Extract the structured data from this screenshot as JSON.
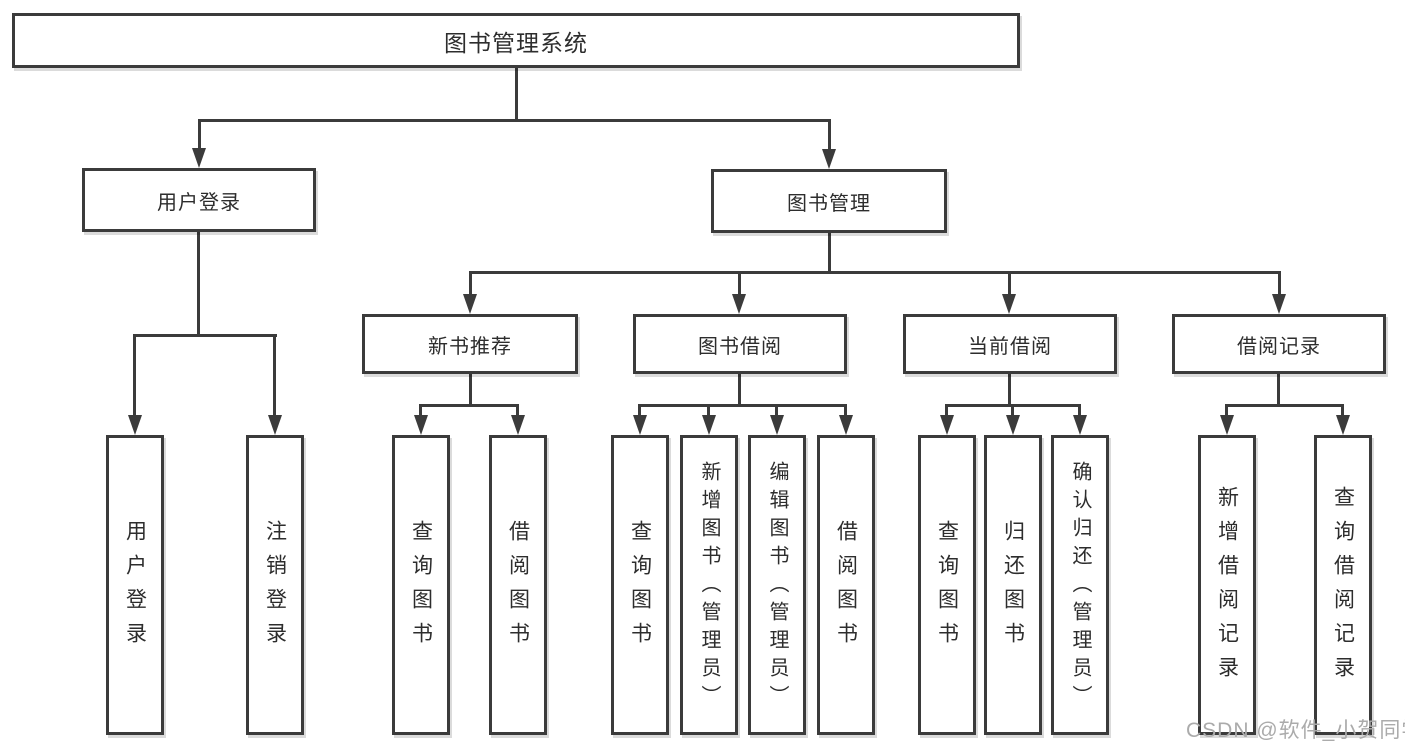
{
  "colors": {
    "line": "#3b3b3b",
    "box_border": "#3b3b3b",
    "box_fill": "#ffffff",
    "text": "#2d2d2d",
    "background": "#ffffff",
    "watermark": "#ababab"
  },
  "diagram": {
    "type": "hierarchy-tree",
    "root": {
      "label": "图书管理系统"
    },
    "level2": [
      {
        "id": "user-login",
        "label": "用户登录",
        "parent": "root"
      },
      {
        "id": "book-management",
        "label": "图书管理",
        "parent": "root"
      }
    ],
    "level3": [
      {
        "id": "new-book-recommendation",
        "label": "新书推荐",
        "parent": "book-management"
      },
      {
        "id": "book-borrowing",
        "label": "图书借阅",
        "parent": "book-management"
      },
      {
        "id": "current-borrowing",
        "label": "当前借阅",
        "parent": "book-management"
      },
      {
        "id": "borrowing-records",
        "label": "借阅记录",
        "parent": "book-management"
      }
    ],
    "leaves": [
      {
        "label": "用户登录",
        "parent": "user-login"
      },
      {
        "label": "注销登录",
        "parent": "user-login"
      },
      {
        "label": "查询图书",
        "parent": "new-book-recommendation"
      },
      {
        "label": "借阅图书",
        "parent": "new-book-recommendation"
      },
      {
        "label": "查询图书",
        "parent": "book-borrowing"
      },
      {
        "label": "新增图书（管理员）",
        "parent": "book-borrowing"
      },
      {
        "label": "编辑图书（管理员）",
        "parent": "book-borrowing"
      },
      {
        "label": "借阅图书",
        "parent": "book-borrowing"
      },
      {
        "label": "查询图书",
        "parent": "current-borrowing"
      },
      {
        "label": "归还图书",
        "parent": "current-borrowing"
      },
      {
        "label": "确认归还（管理员）",
        "parent": "current-borrowing"
      },
      {
        "label": "新增借阅记录",
        "parent": "borrowing-records"
      },
      {
        "label": "查询借阅记录",
        "parent": "borrowing-records"
      }
    ]
  },
  "watermark": {
    "text": "CSDN @软件_小贺同学"
  }
}
